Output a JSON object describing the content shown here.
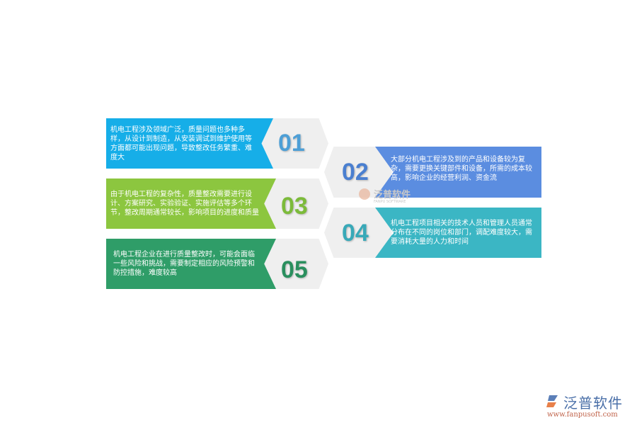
{
  "items": [
    {
      "number": "01",
      "text": "机电工程涉及领域广泛，质量问题也多种多样，从设计到制造，从安装调试到维护使用等方面都可能出现问题，导致整改任务繁重、难度大",
      "color": "#16aee8",
      "num_color": "#4d9fd6"
    },
    {
      "number": "02",
      "text": "大部分机电工程涉及到的产品和设备较为复杂，需要更换关键部件和设备，所需的成本较高，影响企业的经营利润、资金流",
      "color": "#5b8de0",
      "num_color": "#4a7fd0"
    },
    {
      "number": "03",
      "text": "由于机电工程的复杂性，质量整改需要进行设计、方案研究、实验验证、实施评估等多个环节，整改周期通常较长，影响项目的进度和质量",
      "color": "#8cc63f",
      "num_color": "#7cbb3a"
    },
    {
      "number": "04",
      "text": "机电工程项目相关的技术人员和管理人员通常分布在不同的岗位和部门，调配难度较大，需要消耗大量的人力和时间",
      "color": "#3bb6c4",
      "num_color": "#38a9b8"
    },
    {
      "number": "05",
      "text": "机电工程企业在进行质量整改时，可能会面临一些风险和挑战，需要制定相应的风险预警和防控措施，难度较高",
      "color": "#2f9d68",
      "num_color": "#2a8f5e"
    }
  ],
  "watermark": {
    "name": "泛普软件",
    "sub": "FANPU SOFTWARE"
  },
  "logo": {
    "name": "泛普软件",
    "url": "www.fanpusoft.com"
  }
}
